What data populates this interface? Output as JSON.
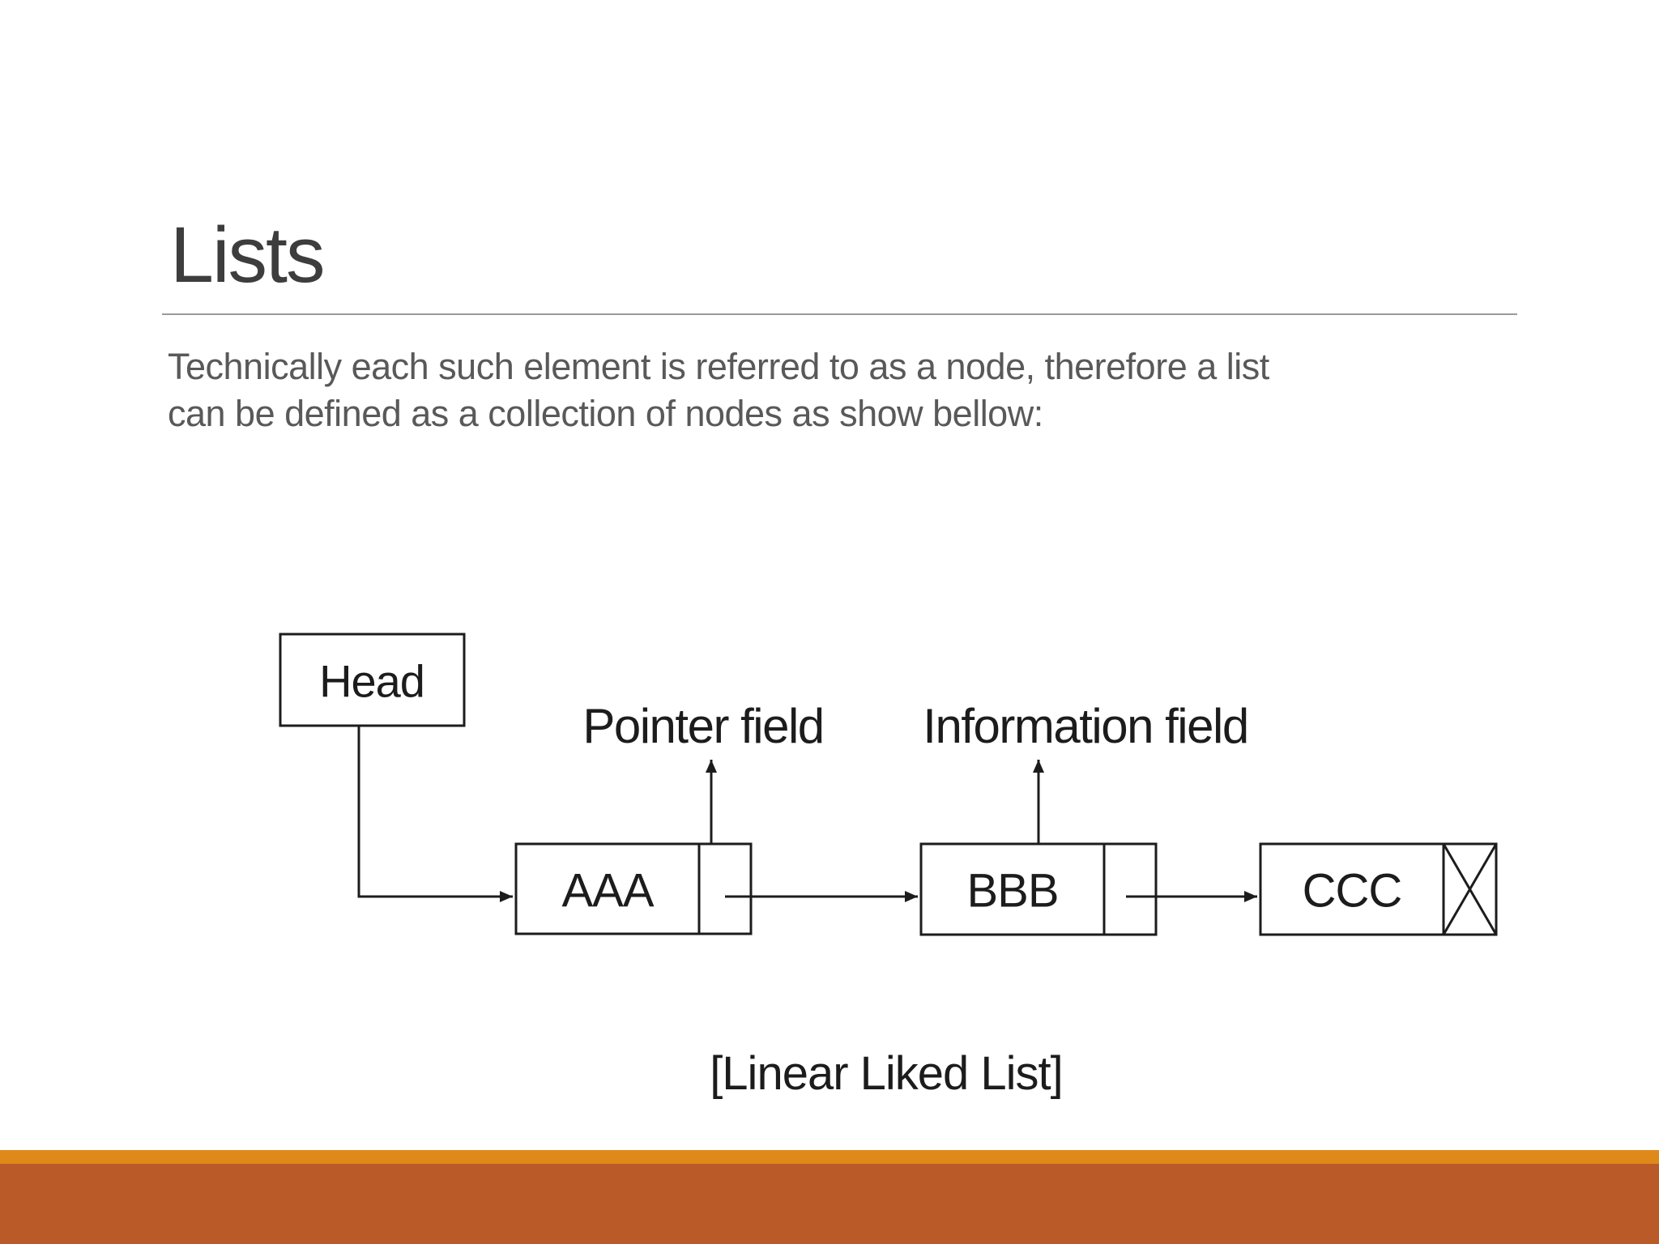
{
  "slide": {
    "title": "Lists",
    "body_lines": [
      "Technically each such element is referred to as a node, therefore a list",
      "can be defined as a collection of nodes as show bellow:"
    ],
    "caption": "[Linear Liked List]"
  },
  "diagram": {
    "head_label": "Head",
    "pointer_field_label": "Pointer field",
    "information_field_label": "Information field",
    "nodes": [
      {
        "label": "AAA",
        "null_pointer": false
      },
      {
        "label": "BBB",
        "null_pointer": false
      },
      {
        "label": "CCC",
        "null_pointer": true
      }
    ]
  },
  "colors": {
    "background": "#ffffff",
    "title_text": "#3d3d3d",
    "body_text": "#595959",
    "divider": "#9a9a9a",
    "diagram_ink": "#1c1c1c",
    "accent_stripe": "#e0891b",
    "accent_bar": "#ba5a28"
  }
}
